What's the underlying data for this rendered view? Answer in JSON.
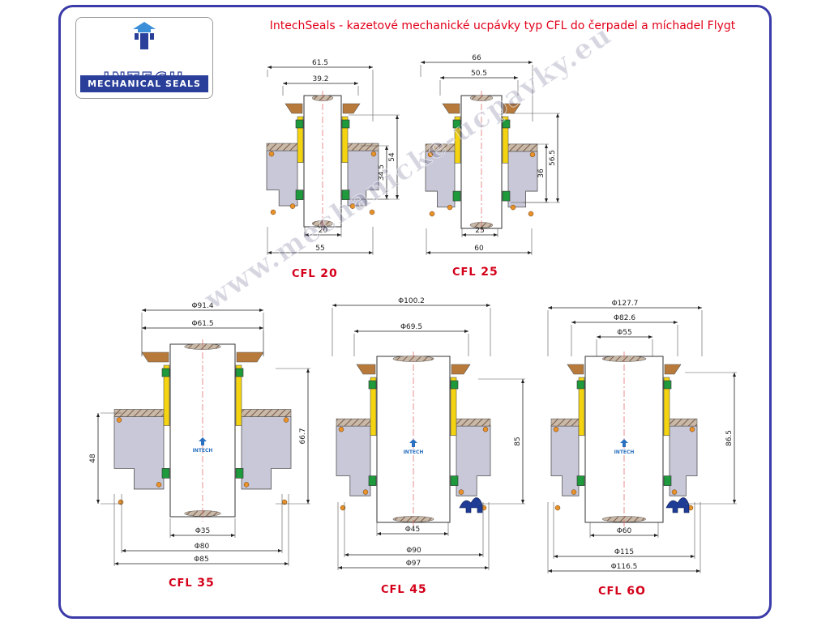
{
  "title": "IntechSeals - kazetové mechanické ucpávky typ CFL do čerpadel a míchadel Flygt",
  "logo": {
    "word": "INTECH",
    "band": "MECHANICAL SEALS",
    "colors": {
      "blue": "#2a3f9a",
      "icon_top": "#3a8fd8"
    }
  },
  "watermark": "www.mechanicke-ucpavky.eu",
  "shaft_logo_text": "INTECH",
  "colors": {
    "frame": "#3a3aa8",
    "label_red": "#d4001a",
    "seal_yellow": "#f4d410",
    "seal_green": "#1e9a3c",
    "seal_brown": "#b87a3a",
    "housing_gray": "#c8c8d8",
    "elastomer_blue": "#1e3c96"
  },
  "models": [
    {
      "name_prefix": "CFL",
      "name_num": "20",
      "dims": [
        "61.5",
        "39.2",
        "54",
        "34.5",
        "20",
        "55"
      ]
    },
    {
      "name_prefix": "CFL",
      "name_num": "25",
      "dims": [
        "66",
        "50.5",
        "56.5",
        "36",
        "25",
        "60"
      ]
    },
    {
      "name_prefix": "CFL",
      "name_num": "35",
      "dims": [
        "Φ91.4",
        "Φ61.5",
        "48",
        "66.7",
        "Φ35",
        "Φ80",
        "Φ85"
      ]
    },
    {
      "name_prefix": "CFL",
      "name_num": "45",
      "dims": [
        "Φ100.2",
        "Φ69.5",
        "85",
        "Φ45",
        "Φ90",
        "Φ97"
      ]
    },
    {
      "name_prefix": "CFL",
      "name_num": "6O",
      "dims": [
        "Φ127.7",
        "Φ82.6",
        "Φ55",
        "86.5",
        "Φ60",
        "Φ115",
        "Φ116.5"
      ]
    }
  ]
}
